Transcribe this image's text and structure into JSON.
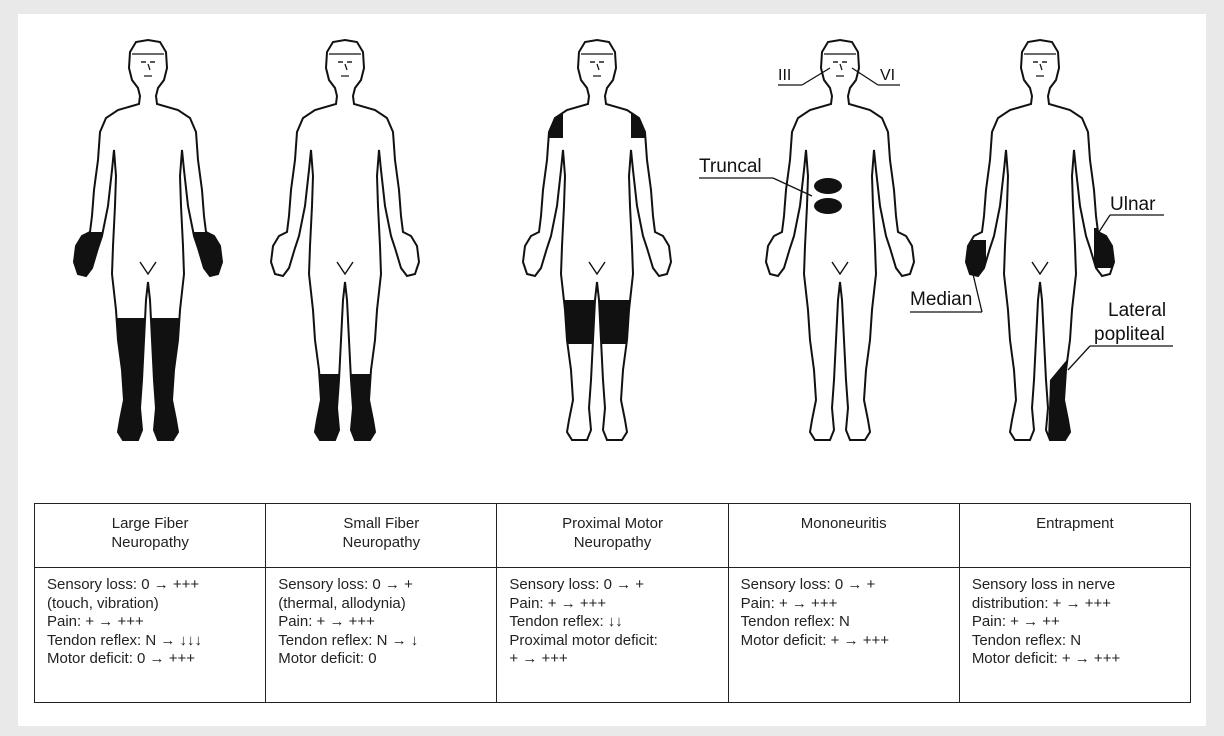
{
  "colors": {
    "background": "#e9e9ea",
    "panel": "#ffffff",
    "ink": "#111111"
  },
  "labels": {
    "cn_iii": "III",
    "cn_vi": "VI",
    "truncal": "Truncal",
    "ulnar": "Ulnar",
    "median": "Median",
    "lateral": "Lateral",
    "popliteal": "popliteal"
  },
  "table": {
    "columns": [
      {
        "header": "Large Fiber\nNeuropathy",
        "lines": [
          "Sensory loss: 0 → +++",
          "(touch, vibration)",
          "Pain: + → +++",
          "Tendon reflex: N → ↓↓↓",
          "Motor deficit: 0 → +++"
        ]
      },
      {
        "header": "Small Fiber\nNeuropathy",
        "lines": [
          "Sensory loss: 0 → +",
          "(thermal, allodynia)",
          "Pain: + → +++",
          "Tendon reflex: N → ↓",
          "Motor deficit: 0"
        ]
      },
      {
        "header": "Proximal Motor\nNeuropathy",
        "lines": [
          "Sensory loss: 0 → +",
          "Pain: + → +++",
          "Tendon reflex: ↓↓",
          "Proximal motor deficit:",
          "+ → +++"
        ]
      },
      {
        "header": "Mononeuritis",
        "lines": [
          "Sensory loss: 0 → +",
          "Pain: + → +++",
          "Tendon reflex: N",
          "Motor deficit: + → +++"
        ]
      },
      {
        "header": "Entrapment",
        "lines": [
          "Sensory loss in nerve",
          "distribution: + → +++",
          "Pain: + → ++",
          "Tendon reflex: N",
          "Motor deficit: + → +++"
        ]
      }
    ]
  }
}
